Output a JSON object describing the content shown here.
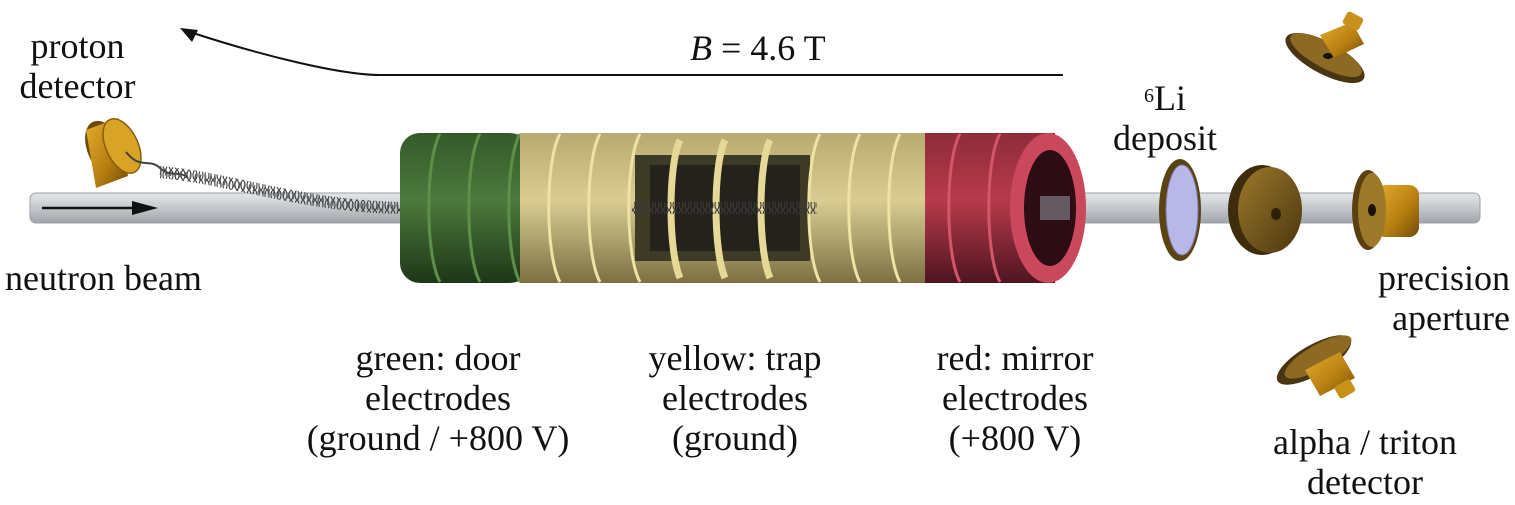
{
  "labels": {
    "proton_detector": [
      "proton",
      "detector"
    ],
    "field_symbol": "B",
    "field_value": " = 4.6 T",
    "li_mass": "6",
    "li_symbol": "Li",
    "li_line2": "deposit",
    "neutron_beam": "neutron beam",
    "precision_aperture": [
      "precision",
      "aperture"
    ],
    "door": [
      "green: door",
      "electrodes",
      "(ground / +800 V)"
    ],
    "trap": [
      "yellow: trap",
      "electrodes",
      "(ground)"
    ],
    "mirror": [
      "red: mirror",
      "electrodes",
      "(+800 V)"
    ],
    "alpha_triton": [
      "alpha / triton",
      "detector"
    ]
  },
  "colors": {
    "door": "#3f6a32",
    "trap": "#d8cb8c",
    "mirror": "#b83a4c",
    "beam": "#c9ced2",
    "detector": "#c99018",
    "deposit": "#b9b6e8"
  }
}
